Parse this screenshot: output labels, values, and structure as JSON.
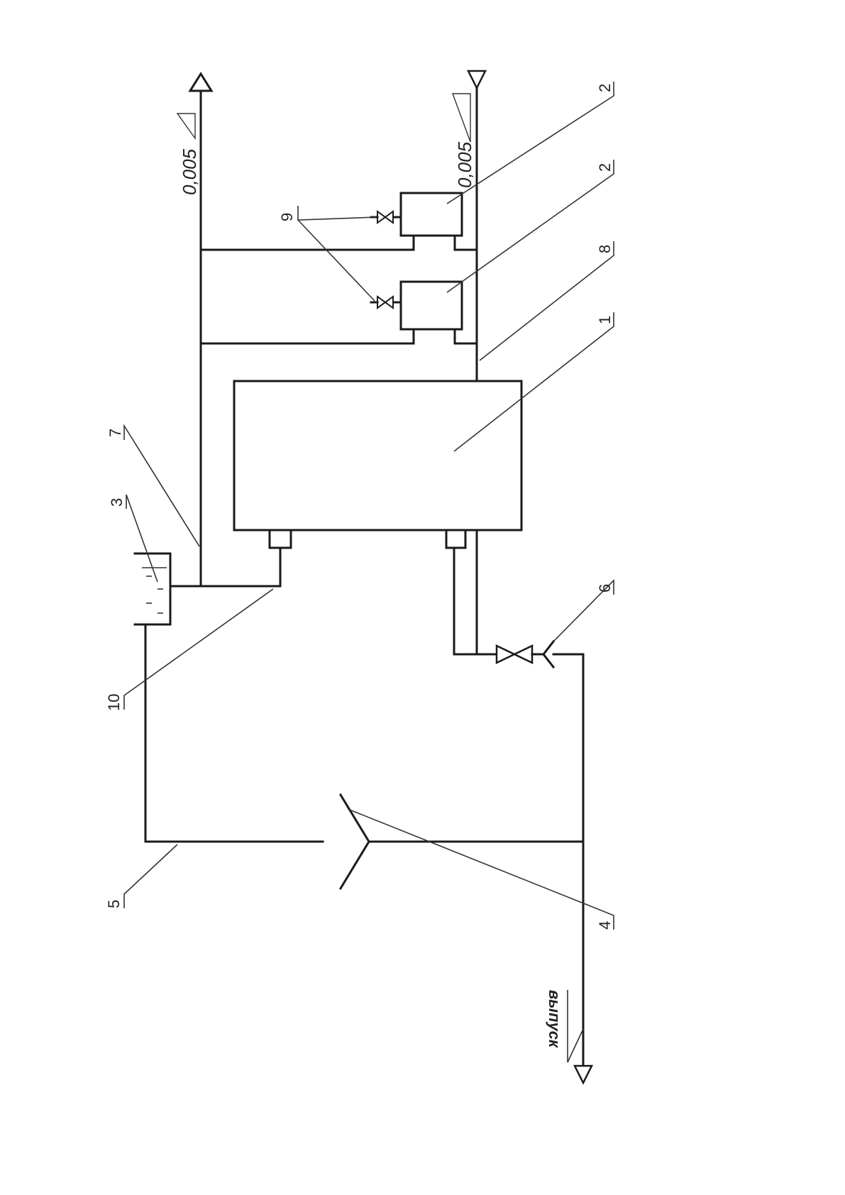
{
  "labels": {
    "boiler": "1",
    "radiator_a": "2",
    "radiator_b": "2",
    "expansion_tank": "3",
    "heat_pipe": "4",
    "pipe_5": "5",
    "valve_6": "6",
    "supply_7": "7",
    "return_8": "8",
    "air_valves_9": "9",
    "pipe_10": "10"
  },
  "slopes": {
    "supply": "0,005",
    "return": "0,005"
  },
  "outlet_label": "выпуск"
}
